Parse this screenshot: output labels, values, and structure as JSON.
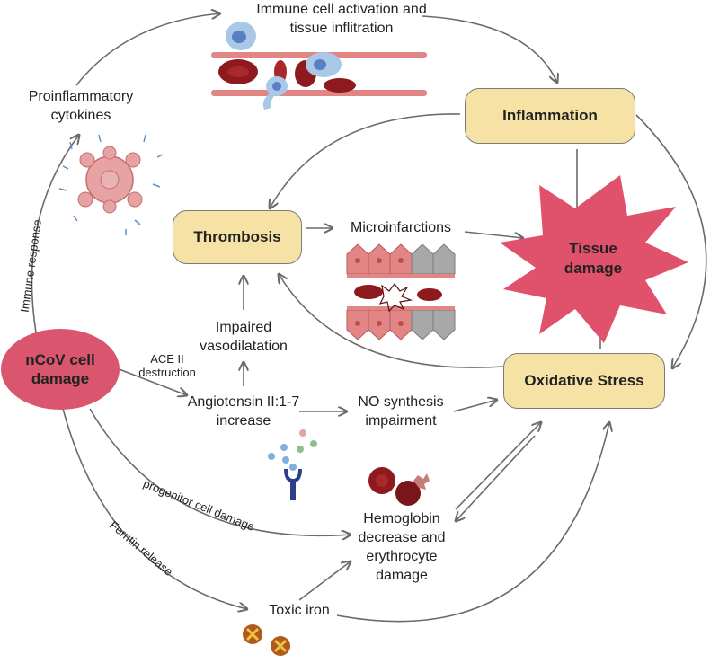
{
  "nodes": {
    "immune_activation": "Immune cell activation and tissue inflitration",
    "proinflammatory": "Proinflammatory cytokines",
    "inflammation": "Inflammation",
    "thrombosis": "Thrombosis",
    "microinfarctions": "Microinfarctions",
    "tissue_damage": "Tissue damage",
    "impaired_vaso": "Impaired vasodilatation",
    "ncov": "nCoV cell damage",
    "angiotensin": "Angiotensin II:1-7 increase",
    "no_synthesis": "NO synthesis impairment",
    "oxidative": "Oxidative Stress",
    "hemoglobin": "Hemoglobin decrease and erythrocyte damage",
    "toxic_iron": "Toxic iron"
  },
  "edge_labels": {
    "immune_response": "Immune response",
    "ace_destruction": "ACE II destruction",
    "progenitor": "progenitor cell damage",
    "ferritin": "Ferritin release"
  },
  "colors": {
    "box_fill": "#f5e2a4",
    "box_stroke": "#7c7c7c",
    "ncov_fill": "#d9566e",
    "star_fill": "#e0526b",
    "arrow": "#6b6b6b",
    "rbc": "#8e1a1f",
    "immune_cell": "#a9c8e8",
    "cytokine_cell": "#e7a3a3",
    "endothelial": "#e18585",
    "endothelial_gray": "#a8a8a8"
  },
  "icons": [
    "immune-cell-icon",
    "red-blood-cell-icon",
    "cytokine-cell-icon",
    "receptor-icon",
    "iron-particle-icon"
  ]
}
